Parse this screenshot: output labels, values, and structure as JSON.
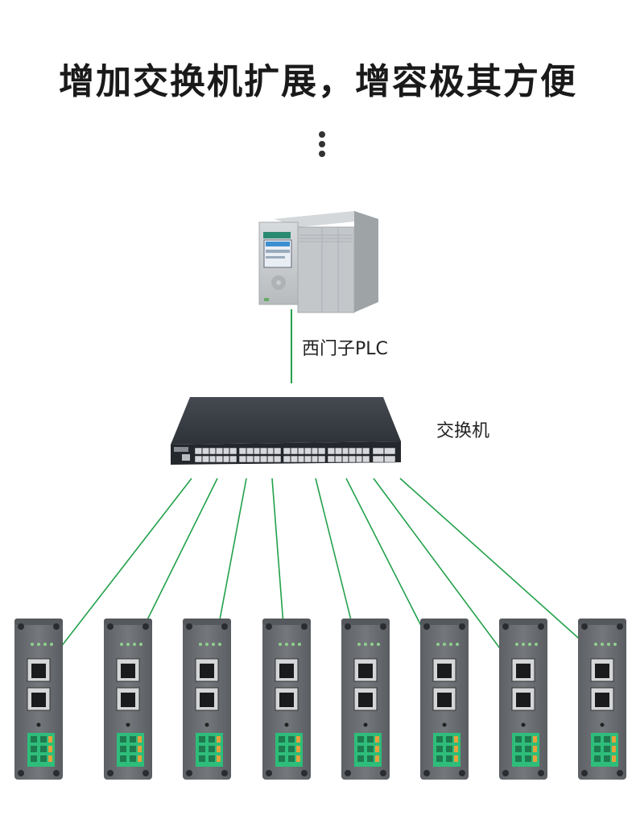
{
  "title": "增加交换机扩展，增容极其方便",
  "plc": {
    "label": "西门子PLC"
  },
  "switch": {
    "label": "交换机"
  },
  "module_count": 8,
  "colors": {
    "link_line": "#22a14a",
    "plc_body": "#c7cbce",
    "switch_body": "#3a3e45",
    "module_body": "#6a6d71",
    "terminal": "#2ebd7a"
  }
}
